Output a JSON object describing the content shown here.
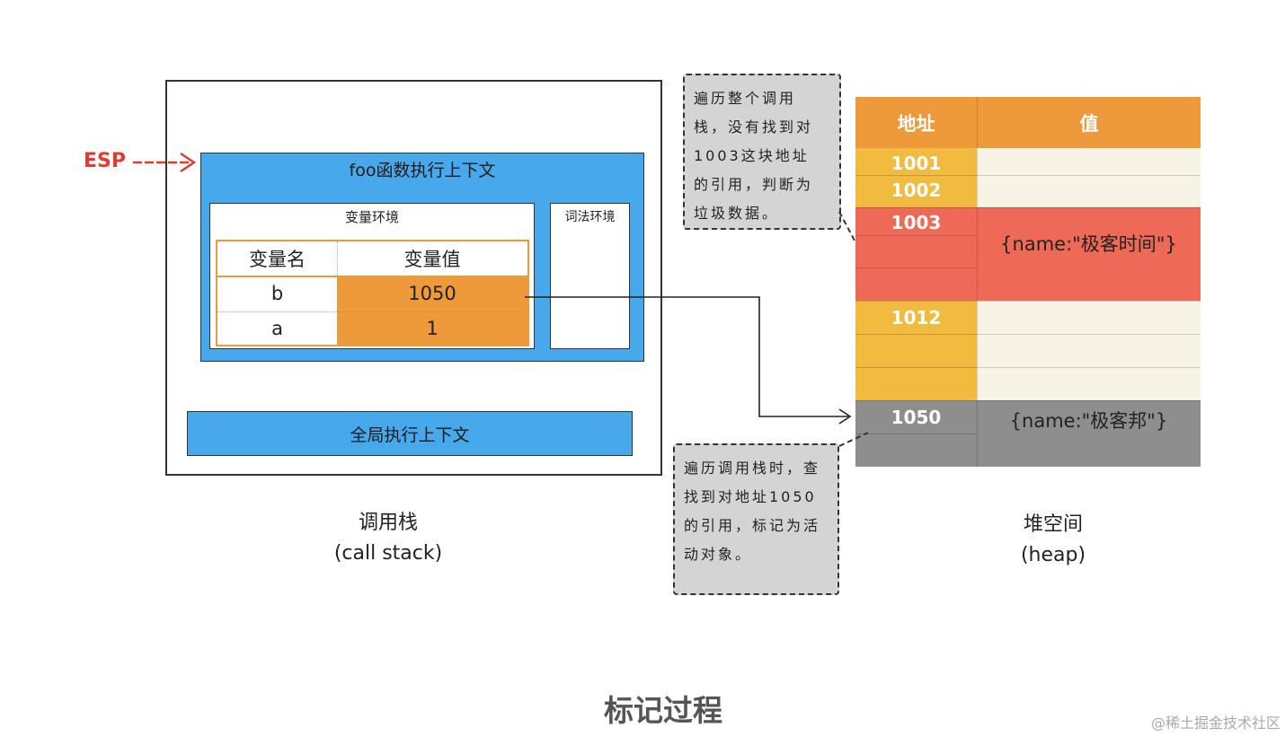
{
  "esp_label": "ESP",
  "call_stack": {
    "foo_context_title": "foo函数执行上下文",
    "variable_env_title": "变量环境",
    "lexical_env_title": "词法环境",
    "table": {
      "headers": [
        "变量名",
        "变量值"
      ],
      "rows": [
        {
          "name": "b",
          "value": "1050"
        },
        {
          "name": "a",
          "value": "1"
        }
      ]
    },
    "global_context_title": "全局执行上下文",
    "caption_cn": "调用栈",
    "caption_en": "(call stack)"
  },
  "heap": {
    "header_address": "地址",
    "header_value": "值",
    "blocks": [
      {
        "address": "1001",
        "value": "",
        "color": "#f0bb3f"
      },
      {
        "address": "1002",
        "value": "",
        "color": "#f0bb3f"
      },
      {
        "address": "1003",
        "value": "{name:\"极客时间\"}",
        "color": "#ee6a56"
      },
      {
        "address": "1012",
        "value": "",
        "color": "#f0bb3f"
      },
      {
        "address": "1050",
        "value": "{name:\"极客邦\"}",
        "color": "#8e8e8e"
      }
    ],
    "caption_cn": "堆空间",
    "caption_en": "(heap)"
  },
  "callouts": {
    "top": [
      "遍历整个调用",
      "栈，没有找到对",
      "1003这块地址",
      "的引用，判断为",
      "垃圾数据。"
    ],
    "bottom": [
      "遍历调用栈时，查",
      "找到对地址1050",
      "的引用，标记为活",
      "动对象。"
    ]
  },
  "title": "标记过程",
  "watermark": "@稀土掘金技术社区",
  "colors": {
    "context_blue": "#47a9ec",
    "orange": "#ee9a3a",
    "yellow": "#f0bb3f",
    "red": "#ee6a56",
    "gray": "#8e8e8e",
    "cream": "#f7f4e6",
    "esp_red": "#e33a2e"
  }
}
